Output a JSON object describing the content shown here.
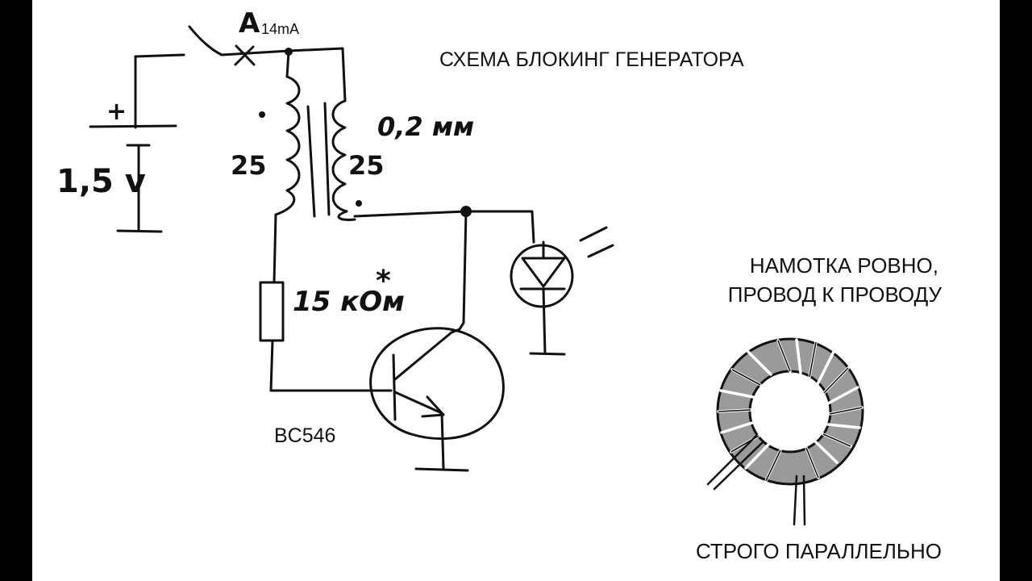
{
  "title": "СХЕМА БЛОКИНГ ГЕНЕРАТОРА",
  "ammeter": {
    "symbol": "A",
    "reading": "14mA"
  },
  "battery": {
    "plus": "+",
    "voltage": "1,5 v"
  },
  "coil_primary": {
    "turns": "25"
  },
  "coil_secondary": {
    "turns": "25",
    "wire": "0,2 мм"
  },
  "resistor": {
    "value": "15 кОм",
    "mark": "*"
  },
  "transistor": {
    "model": "BC546"
  },
  "notes": {
    "winding_line1": "НАМОТКА РОВНО,",
    "winding_line2": "ПРОВОД К ПРОВОДУ",
    "parallel": "СТРОГО ПАРАЛЛЕЛЬНО"
  },
  "colors": {
    "background": "#ffffff",
    "frame": "#000000",
    "ink": "#111111",
    "toroid_core": "#9a9a9a"
  }
}
